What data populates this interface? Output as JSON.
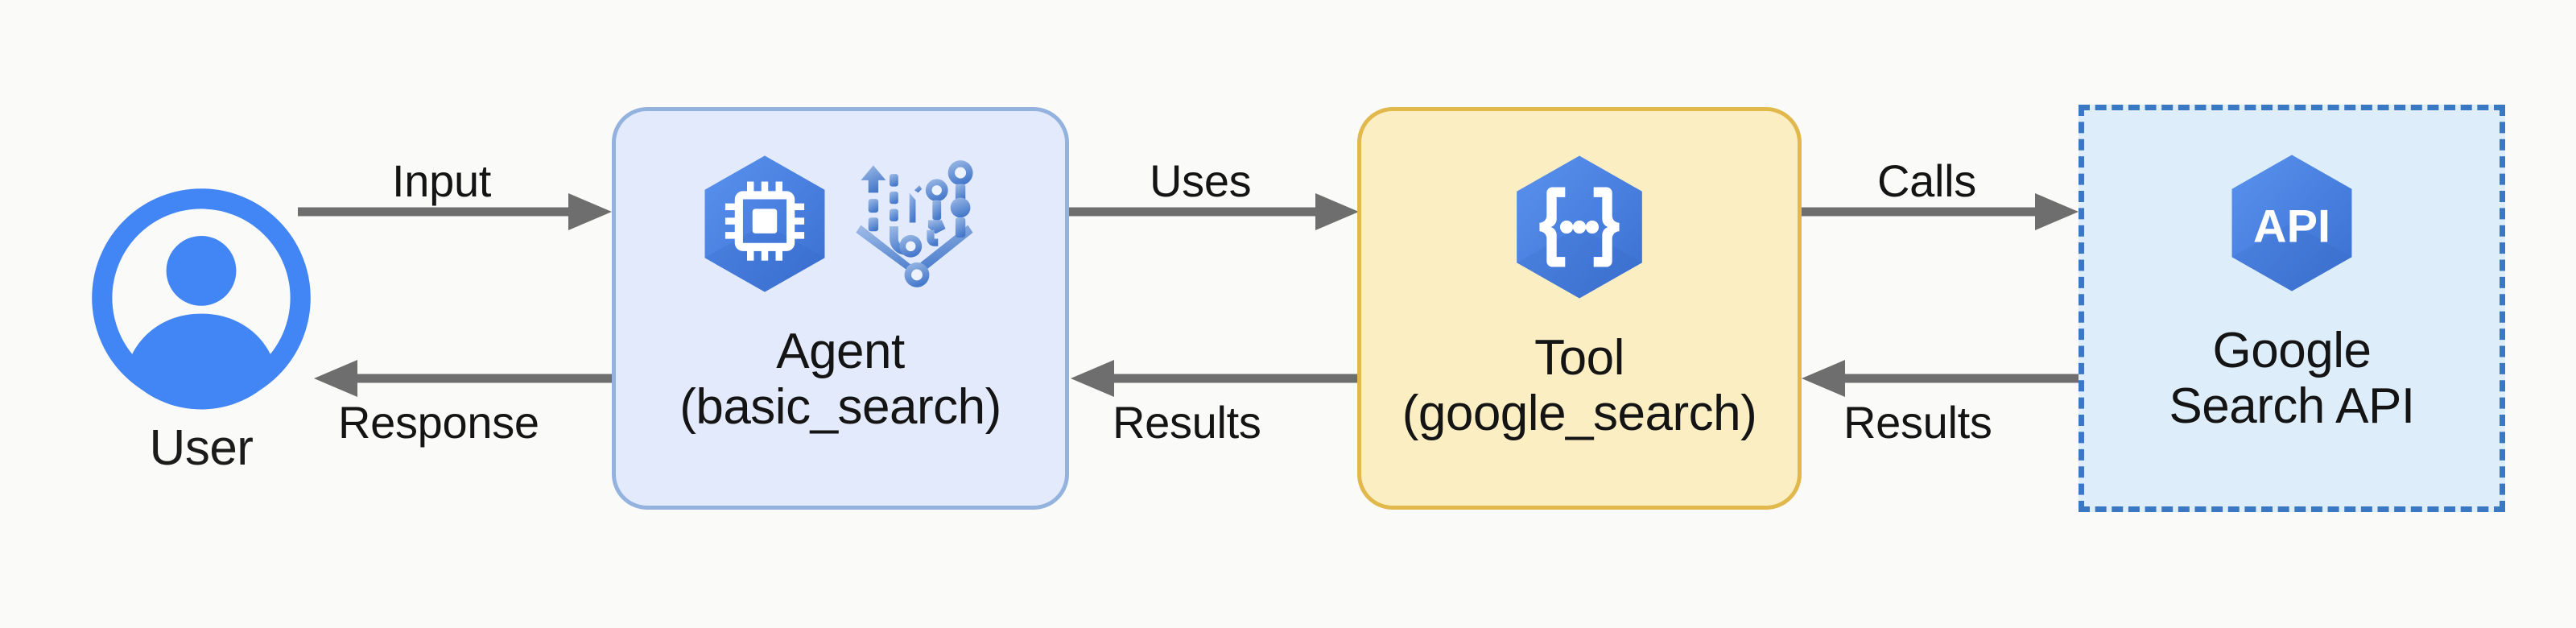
{
  "diagram": {
    "type": "flow",
    "background_color": "#fafaf9",
    "arrow_color": "#6e6e6e",
    "text_color": "#141414",
    "nodes": [
      {
        "id": "user",
        "label": "User",
        "icon": "user-avatar-icon",
        "shape": "icon",
        "accent_color": "#4285f4"
      },
      {
        "id": "agent",
        "label_line1": "Agent",
        "label_line2": "(basic_search)",
        "icons": [
          "cpu-chip-hexagon-icon",
          "agent-workflow-icon"
        ],
        "shape": "rounded-rect",
        "fill_color": "#e3eafb",
        "border_color": "#93b3de",
        "border_style": "solid"
      },
      {
        "id": "tool",
        "label_line1": "Tool",
        "label_line2": "(google_search)",
        "icons": [
          "api-braces-hexagon-icon"
        ],
        "shape": "rounded-rect",
        "fill_color": "#fbeec3",
        "border_color": "#e0b84c",
        "border_style": "solid"
      },
      {
        "id": "google_search_api",
        "label_line1": "Google",
        "label_line2": "Search API",
        "icons": [
          "api-hexagon-icon"
        ],
        "icon_text": "API",
        "shape": "rect",
        "fill_color": "#ddeefa",
        "border_color": "#3b78c3",
        "border_style": "dashed"
      }
    ],
    "edges": [
      {
        "id": "input",
        "from": "user",
        "to": "agent",
        "label": "Input",
        "direction": "right",
        "label_position": "above"
      },
      {
        "id": "response",
        "from": "agent",
        "to": "user",
        "label": "Response",
        "direction": "left",
        "label_position": "below"
      },
      {
        "id": "uses",
        "from": "agent",
        "to": "tool",
        "label": "Uses",
        "direction": "right",
        "label_position": "above"
      },
      {
        "id": "results_1",
        "from": "tool",
        "to": "agent",
        "label": "Results",
        "direction": "left",
        "label_position": "below"
      },
      {
        "id": "calls",
        "from": "tool",
        "to": "google_search_api",
        "label": "Calls",
        "direction": "right",
        "label_position": "above"
      },
      {
        "id": "results_2",
        "from": "google_search_api",
        "to": "tool",
        "label": "Results",
        "direction": "left",
        "label_position": "below"
      }
    ]
  }
}
